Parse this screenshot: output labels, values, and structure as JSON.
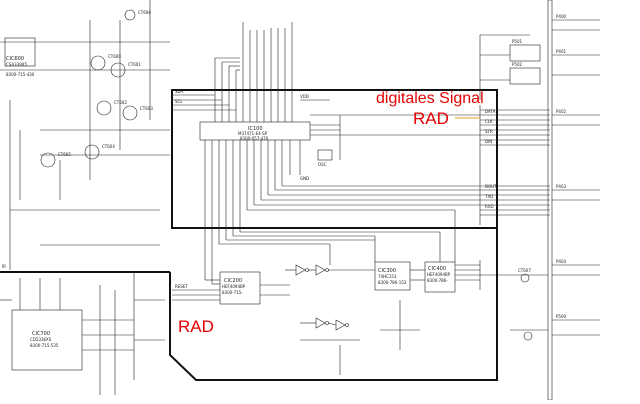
{
  "annotations": {
    "digital_signal": "digitales Signal",
    "rad_top": "RAD",
    "rad_bottom": "RAD"
  },
  "chips": {
    "cic600": {
      "name": "CIC600",
      "part": "CSA339X5",
      "code": "8300-715-430"
    },
    "ic100": {
      "name": "IC100",
      "part": "M37471-E4-SP",
      "code": "8300-057-470"
    },
    "cic200": {
      "name": "CIC200",
      "part": "HEF4094BP",
      "code": "8300-715-"
    },
    "cic300": {
      "name": "CIC300",
      "part": "74HC153",
      "code": "8300-786-153"
    },
    "cic400": {
      "name": "CIC400",
      "part": "HEF4094BP",
      "code": "8300-786-"
    },
    "cic700": {
      "name": "CIC700",
      "part": "CD5336XS",
      "code": "8300-715-535"
    }
  },
  "transistors": [
    "CT600",
    "CT601",
    "CT602",
    "CT603",
    "CT604",
    "CT605",
    "CT606",
    "CT607"
  ],
  "connectors": [
    "P400",
    "P401",
    "P402",
    "P403",
    "P404",
    "P500",
    "P501",
    "P502"
  ],
  "net_labels": [
    "SDA",
    "SCL",
    "DATA",
    "CLK",
    "STR",
    "DIN",
    "DOUT",
    "TXD",
    "RXD",
    "RESET",
    "VDD",
    "GND",
    "OSC",
    "IR"
  ],
  "colors": {
    "annotation_red": "#e60000",
    "annotation_blue": "#1f3fc0",
    "ink": "#222222",
    "box": "#111111"
  }
}
